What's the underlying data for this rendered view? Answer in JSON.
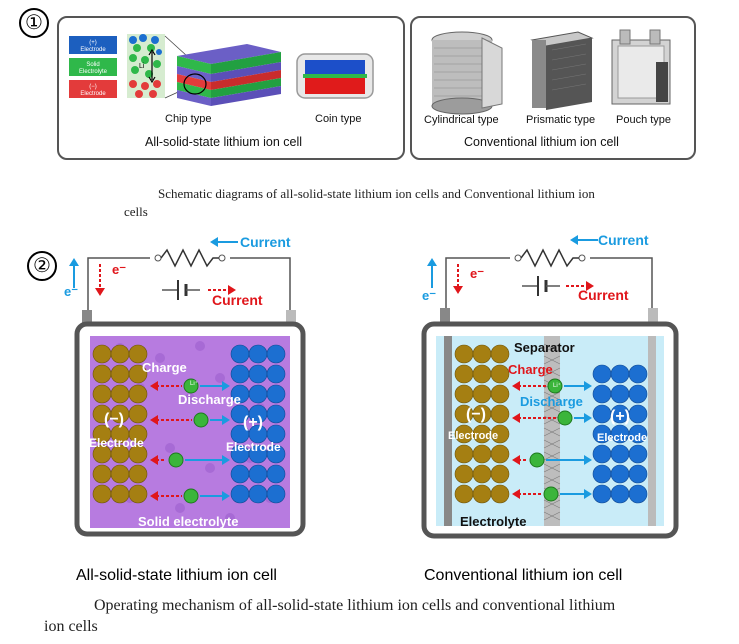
{
  "section1": {
    "number": "①",
    "left_panel": {
      "legend": {
        "pos_electrode": "(+)\nElectrode",
        "solid_electrolyte": "Solid\nElectrolyte",
        "neg_electrode": "(−)\nElectrode"
      },
      "li_label": "Li⁺",
      "chip_label": "Chip type",
      "coin_label": "Coin type",
      "title": "All-solid-state lithium ion cell"
    },
    "right_panel": {
      "cyl_label": "Cylindrical type",
      "prism_label": "Prismatic type",
      "pouch_label": "Pouch type",
      "title": "Conventional lithium ion cell"
    },
    "caption_line1": "Schematic diagrams of all-solid-state lithium ion cells and Conventional lithium ion",
    "caption_line2": "cells"
  },
  "section2": {
    "number": "②",
    "left": {
      "current_top": "Current",
      "current_mid": "Current",
      "electron_left": "e⁻",
      "electron_red": "e⁻",
      "charge": "Charge",
      "discharge": "Discharge",
      "neg_sign": "(−)",
      "neg_electrode": "Electrode",
      "pos_sign": "(+)",
      "pos_electrode": "Electrode",
      "solid_electrolyte": "Solid electrolyte",
      "li": "Li⁺",
      "title": "All-solid-state lithium ion cell"
    },
    "right": {
      "current_top": "Current",
      "current_mid": "Current",
      "electron_left": "e⁻",
      "electron_red": "e⁻",
      "separator": "Separator",
      "charge": "Charge",
      "discharge": "Discharge",
      "neg_sign": "(−)",
      "neg_electrode": "Electrode",
      "pos_sign": "(+)",
      "pos_electrode": "Electrode",
      "electrolyte": "Electrolyte",
      "li": "Li⁺",
      "title": "Conventional lithium ion cell"
    },
    "caption_line1": "Operating mechanism of all-solid-state lithium ion cells and conventional lithium",
    "caption_line2": "ion cells"
  },
  "colors": {
    "blue_arrow": "#1a9be0",
    "red_arrow": "#e0161b",
    "electrode_pos": "#1c6fd1",
    "electrode_neg": "#a57f12",
    "solid_electrolyte": "#b77be0",
    "liquid_electrolyte": "#c9ecf8",
    "li_ion": "#3bb53b"
  }
}
